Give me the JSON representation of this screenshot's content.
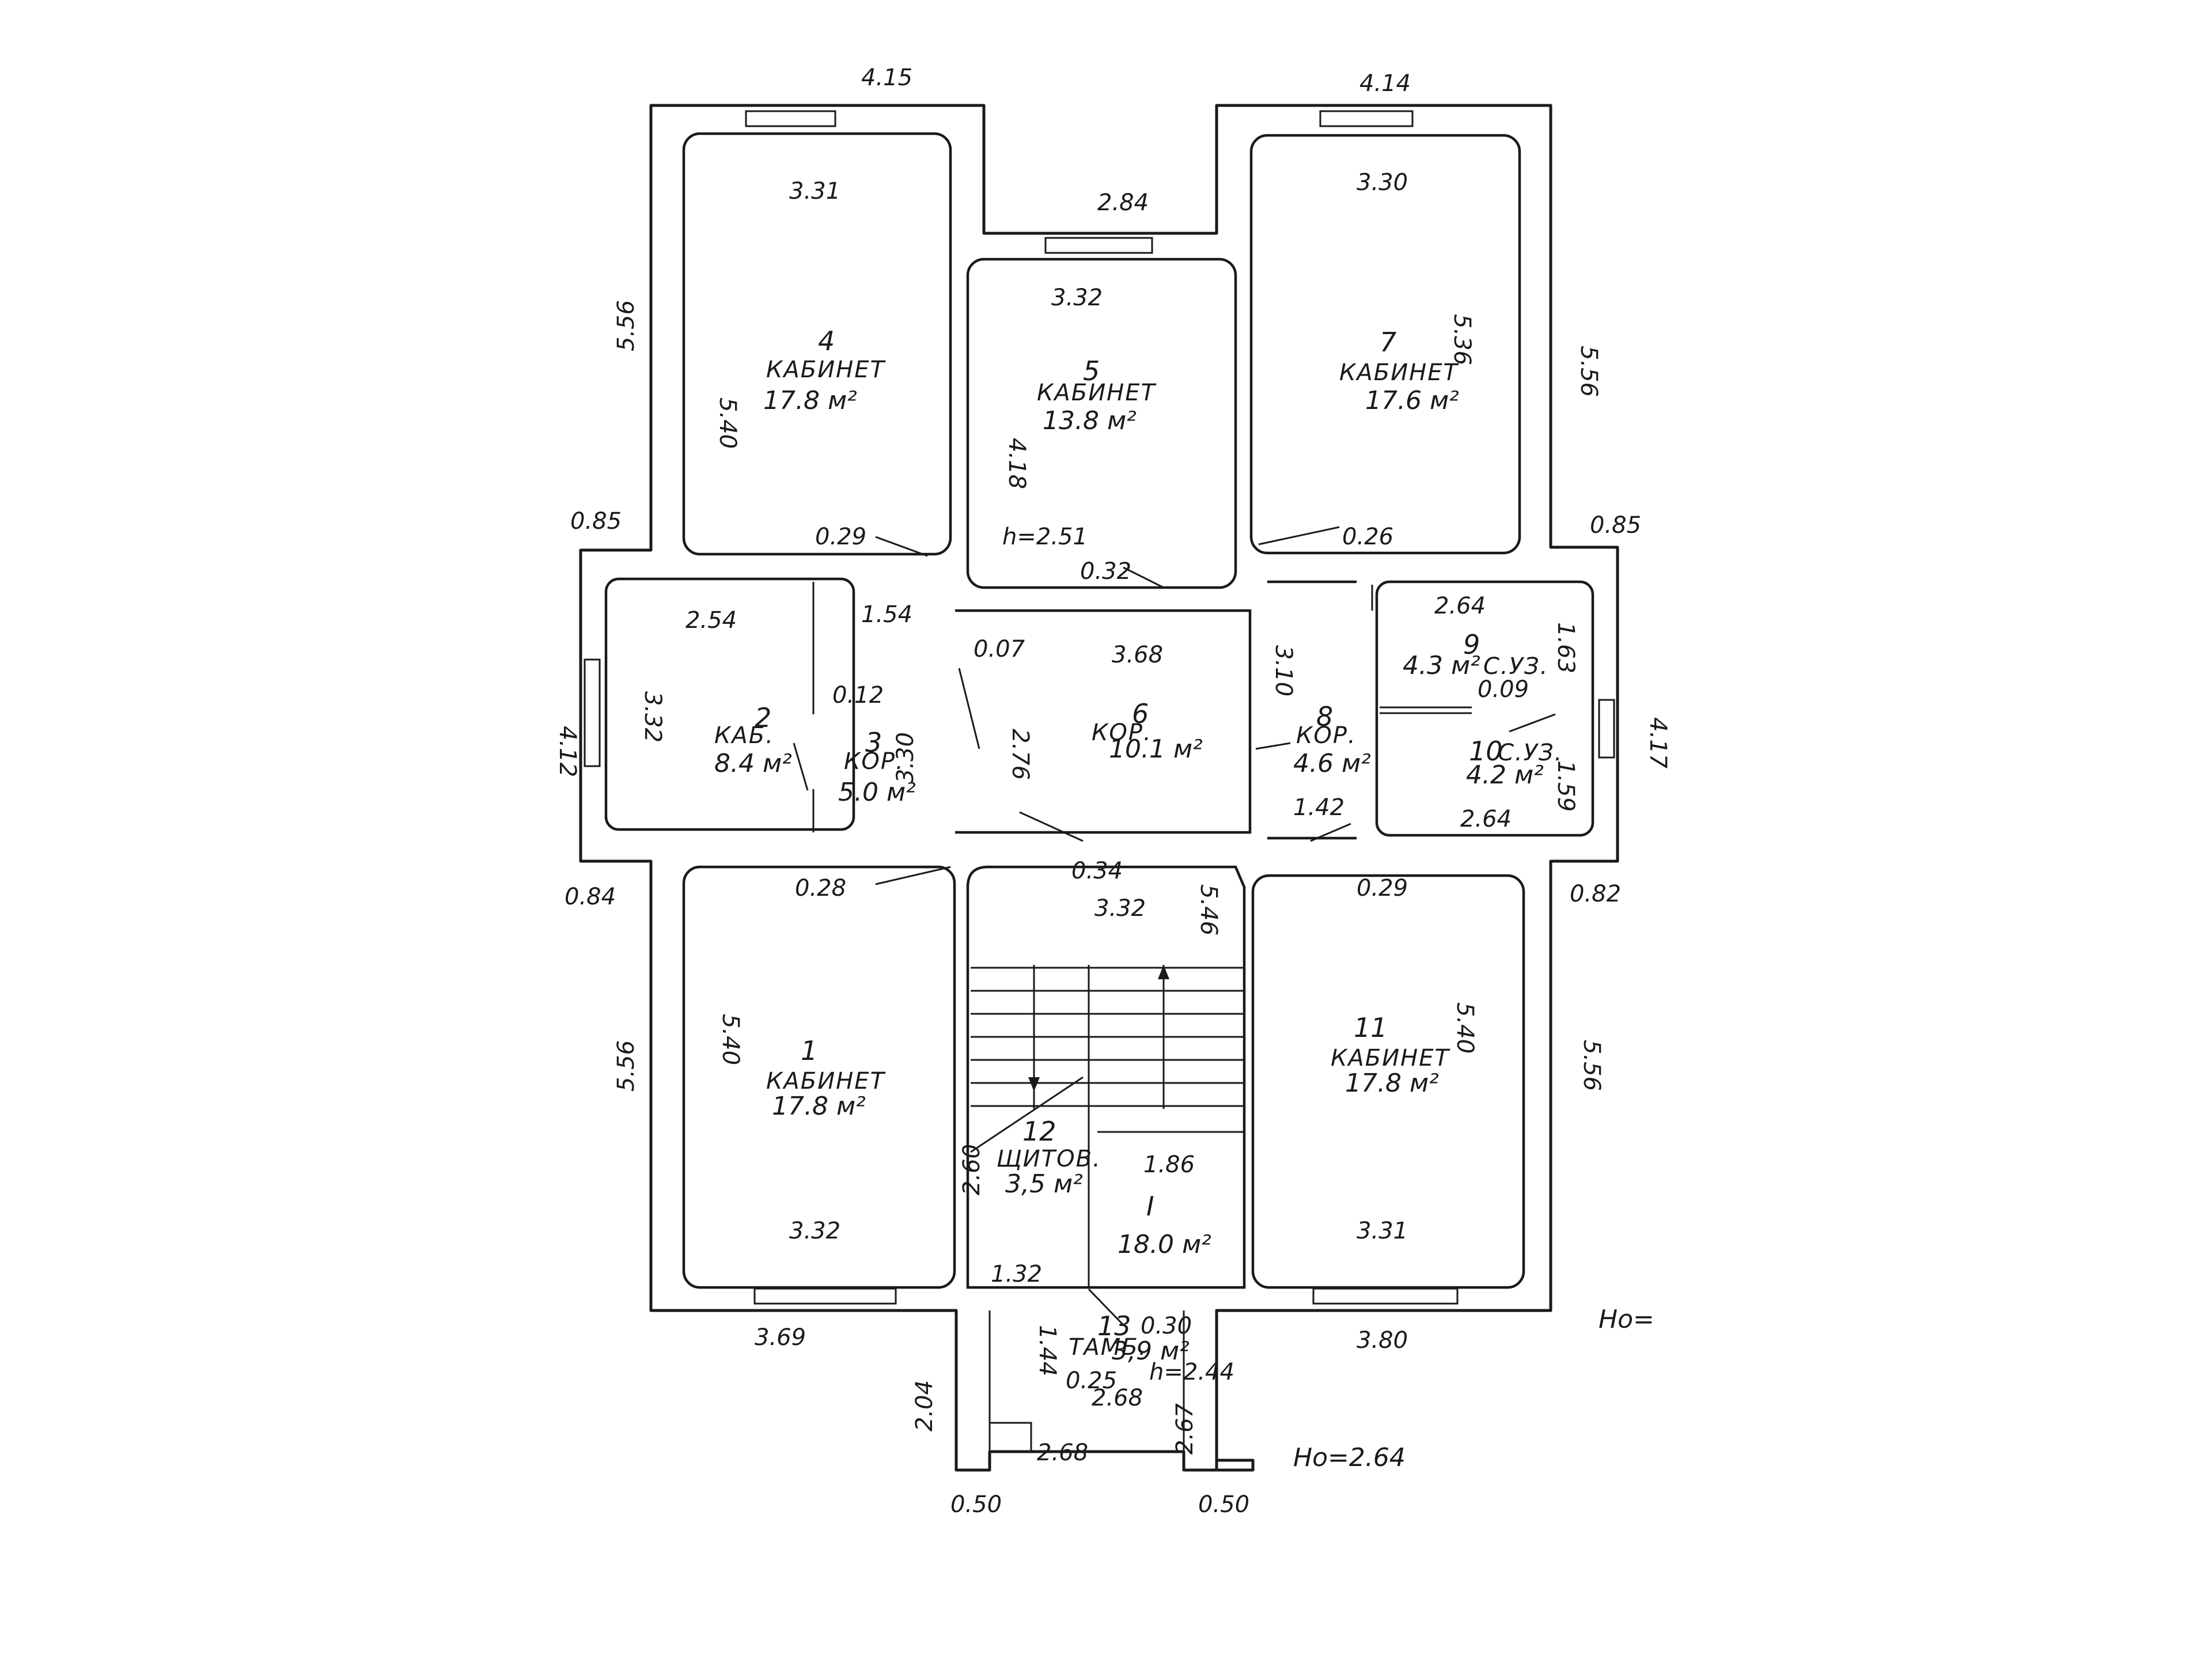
{
  "dims": {
    "top_left": "4.15",
    "top_right": "4.14",
    "top_mid": "2.84",
    "left_upper": "5.56",
    "right_upper": "5.56",
    "left_mid": "4.12",
    "right_mid": "4.17",
    "left_lower": "5.56",
    "right_lower": "5.56",
    "left_jog_top": "0.85",
    "right_jog_top": "0.85",
    "left_jog_bottom": "0.84",
    "right_jog_bottom": "0.82",
    "bottom_left": "3.69",
    "bottom_right": "3.80",
    "porch_left": "2.04",
    "porch_bl": "0.50",
    "porch_br": "0.50"
  },
  "rooms": [
    {
      "num": "4",
      "label": "КАБИНЕТ",
      "area": "17.8 м²",
      "w": "3.31",
      "h": "5.40"
    },
    {
      "num": "5",
      "label": "КАБИНЕТ",
      "area": "13.8 м²",
      "w": "3.32",
      "h": "4.18",
      "height": "h=2.51"
    },
    {
      "num": "7",
      "label": "КАБИНЕТ",
      "area": "17.6 м²",
      "w": "3.30",
      "h": "5.36"
    },
    {
      "num": "2",
      "label": "КАБ.",
      "area": "8.4 м²",
      "w": "2.54",
      "h": "3.32"
    },
    {
      "num": "3",
      "label": "КОР.",
      "area": "5.0 м²",
      "w": "1.54",
      "h": "3.30"
    },
    {
      "num": "6",
      "label": "КОР.",
      "area": "10.1 м²",
      "w": "3.68",
      "h": "2.76"
    },
    {
      "num": "8",
      "label": "КОР.",
      "area": "4.6 м²",
      "w": "1.42",
      "h": "3.10"
    },
    {
      "num": "9",
      "label": "С.УЗ.",
      "area": "4.3 м²",
      "w": "2.64",
      "h": "1.63"
    },
    {
      "num": "10",
      "label": "С.УЗ.",
      "area": "4.2 м²",
      "w": "2.64",
      "h": "1.59"
    },
    {
      "num": "1",
      "label": "КАБИНЕТ",
      "area": "17.8 м²",
      "w": "3.32",
      "h": "5.40"
    },
    {
      "num": "11",
      "label": "КАБИНЕТ",
      "area": "17.8 м²",
      "w": "3.31",
      "h": "5.40"
    },
    {
      "num": "12",
      "label": "ЩИТОВ.",
      "area": "3,5 м²",
      "w": "1.32",
      "h": "2.60"
    },
    {
      "num": "I",
      "label": "",
      "area": "18.0 м²",
      "w": "1.86",
      "h": "3.32"
    },
    {
      "num": "13",
      "label": "ТАМБ.",
      "area": "3,9 м²",
      "w": "2.68",
      "h": "1.44",
      "height": "h=2.44"
    }
  ],
  "stair": {
    "w": "3.32",
    "h": "5.46"
  },
  "walls_notes": {
    "w029a": "0.29",
    "w032": "0.32",
    "w026": "0.26",
    "w007": "0.07",
    "w012": "0.12",
    "w009": "0.09",
    "w028": "0.28",
    "w034": "0.34",
    "w029b": "0.29",
    "w030": "0.30",
    "w025": "0.25",
    "w268": "2.68",
    "w267": "2.67"
  },
  "ho_top": "Ho=",
  "ho_bottom": "Ho=2.64"
}
